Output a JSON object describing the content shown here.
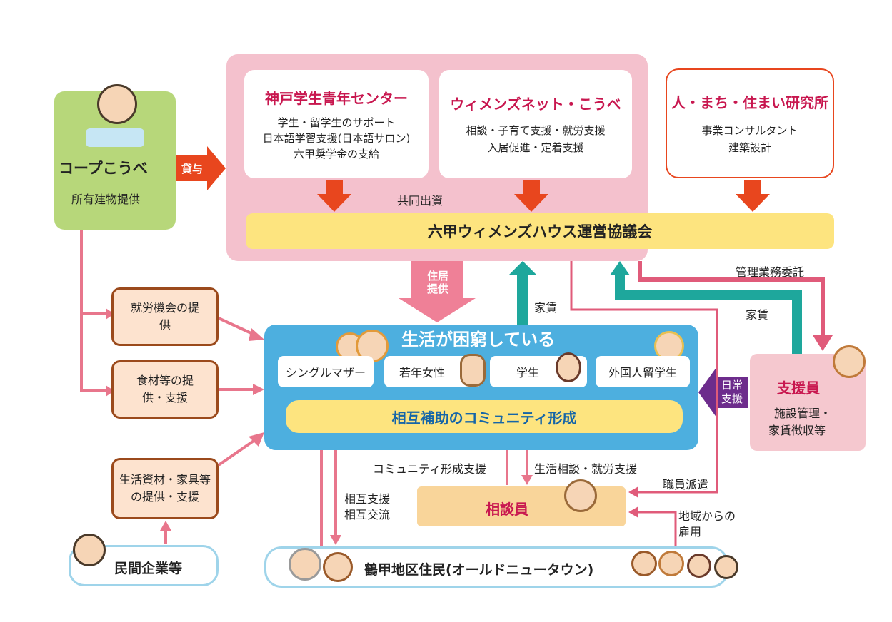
{
  "coop": {
    "name": "コープこうべ",
    "desc": "所有建物提供",
    "lend": "貸与"
  },
  "kobe_center": {
    "title": "神戸学生青年センター",
    "lines": [
      "学生・留学生のサポート",
      "日本語学習支援(日本語サロン)",
      "六甲奨学金の支給"
    ]
  },
  "womens_net": {
    "title": "ウィメンズネット・こうべ",
    "lines": [
      "相談・子育て支援・就労支援",
      "入居促進・定着支援"
    ]
  },
  "hito_machi": {
    "title": "人・まち・住まい研究所",
    "lines": [
      "事業コンサルタント",
      "建築設計"
    ]
  },
  "joint": "共同出資",
  "council": "六甲ウィメンズハウス運営協議会",
  "housing": "住居提供",
  "rent1": "家賃",
  "rent2": "家賃",
  "mgmt": "管理業務委託",
  "job_opp": "就労機会の提供",
  "food": "食材等の提供・支援",
  "goods": "生活資材・家具等の提供・支援",
  "company": "民間企業等",
  "struggle": {
    "title": "生活が困窮している",
    "groups": [
      "シングルマザー",
      "若年女性",
      "学生",
      "外国人留学生"
    ],
    "community": "相互補助のコミュニティ形成"
  },
  "supporter": {
    "title": "支援員",
    "lines": [
      "施設管理・",
      "家賃徴収等"
    ]
  },
  "daily": "日常支援",
  "community_support": "コミュニティ形成支援",
  "life_consult": "生活相談・就労支援",
  "mutual": [
    "相互支援",
    "相互交流"
  ],
  "counselor": "相談員",
  "staff_dispatch": "職員派遣",
  "local_hire": [
    "地域からの",
    "雇用"
  ],
  "residents": "鶴甲地区住民(オールドニュータウン)",
  "colors": {
    "pink": "#f4c1cd",
    "green": "#b7d77a",
    "blue": "#4dafdf",
    "orange": "#e8461e",
    "teal": "#1ea79c",
    "yellow": "#fde47f",
    "purple": "#6d2c8c"
  }
}
